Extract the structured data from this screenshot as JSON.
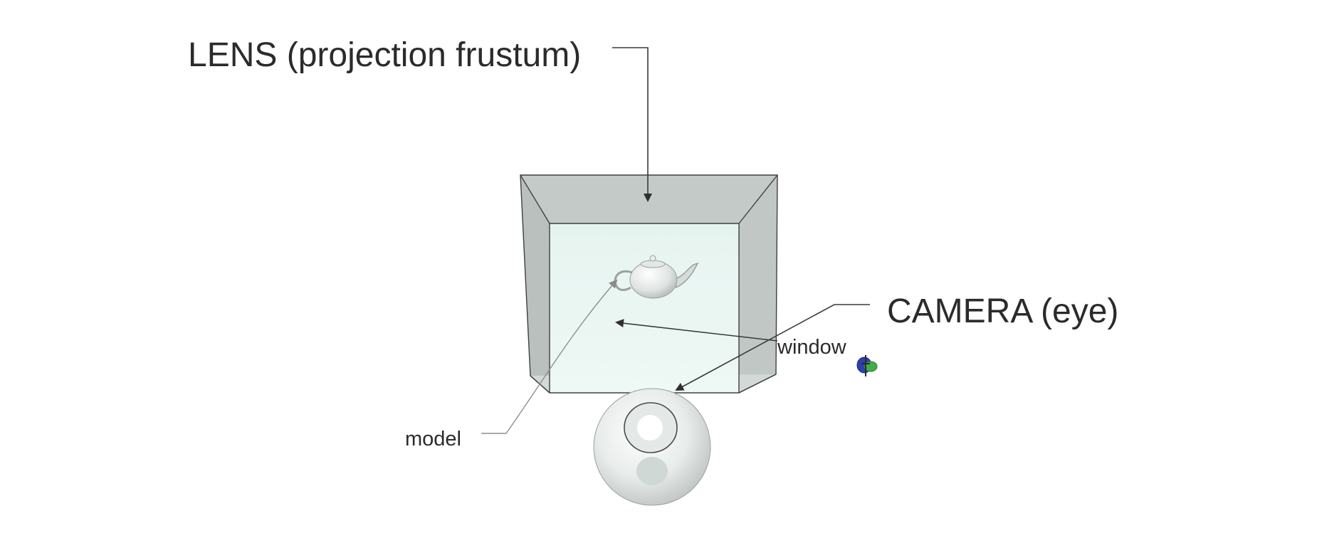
{
  "labels": {
    "lens": "LENS (projection frustum)",
    "camera": "CAMERA (eye)",
    "window": "window",
    "model": "model"
  },
  "icons": {
    "cursor": "rotate-orbit-cursor-icon",
    "model": "teapot-icon",
    "camera": "camera-eye-sphere-icon"
  },
  "colors": {
    "background": "#ffffff",
    "frustum_side": "#c6ccc9",
    "frustum_window": "#e9f6f2",
    "text": "#2b2b2b"
  }
}
